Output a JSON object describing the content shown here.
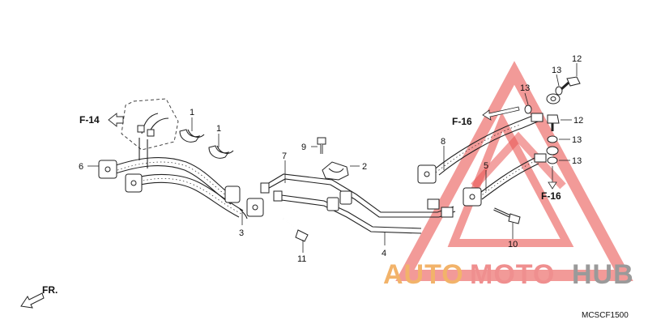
{
  "diagram": {
    "callouts": {
      "c1a": "1",
      "c1b": "1",
      "c2": "2",
      "c3": "3",
      "c4": "4",
      "c5": "5",
      "c6": "6",
      "c7": "7",
      "c8": "8",
      "c9": "9",
      "c10": "10",
      "c11": "11",
      "c12a": "12",
      "c12b": "12",
      "c13a": "13",
      "c13b": "13",
      "c13c": "13",
      "c13d": "13"
    },
    "refs": {
      "f14": "F-14",
      "f16a": "F-16",
      "f16b": "F-16"
    },
    "direction_label": "FR.",
    "part_code": "MCSCF1500"
  },
  "watermark": {
    "text_a": "AUTO",
    "text_b": "MOTO",
    "text_c": "HUB",
    "color_a": "#f2b36a",
    "color_b": "#ef8f8f",
    "color_c": "#9a9a9a",
    "logo_color": "#e53935"
  }
}
